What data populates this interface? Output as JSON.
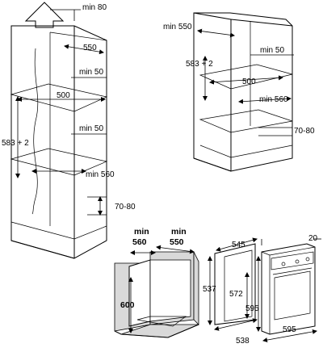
{
  "cabinet_tall": {
    "min_top": "min 80",
    "depth": "550",
    "vent_upper": "min 50",
    "width": "500",
    "niche_height": "583 + 2",
    "vent_lower": "min 50",
    "min_depth": "min 560",
    "plinth": "70-80"
  },
  "cabinet_base": {
    "depth": "min 550",
    "height": "583 + 2",
    "vent": "min 50",
    "width": "500",
    "min_depth": "min 560",
    "plinth": "70-80"
  },
  "cabinet_under": {
    "min_label_1": "min",
    "depth_value_1": "560",
    "min_label_2": "min",
    "depth_value_2": "550",
    "height": "600"
  },
  "oven": {
    "width": "545",
    "door": "20",
    "height_outer": "537",
    "height_inner": "572",
    "height_front": "595",
    "depth": "538",
    "width_front": "595"
  }
}
